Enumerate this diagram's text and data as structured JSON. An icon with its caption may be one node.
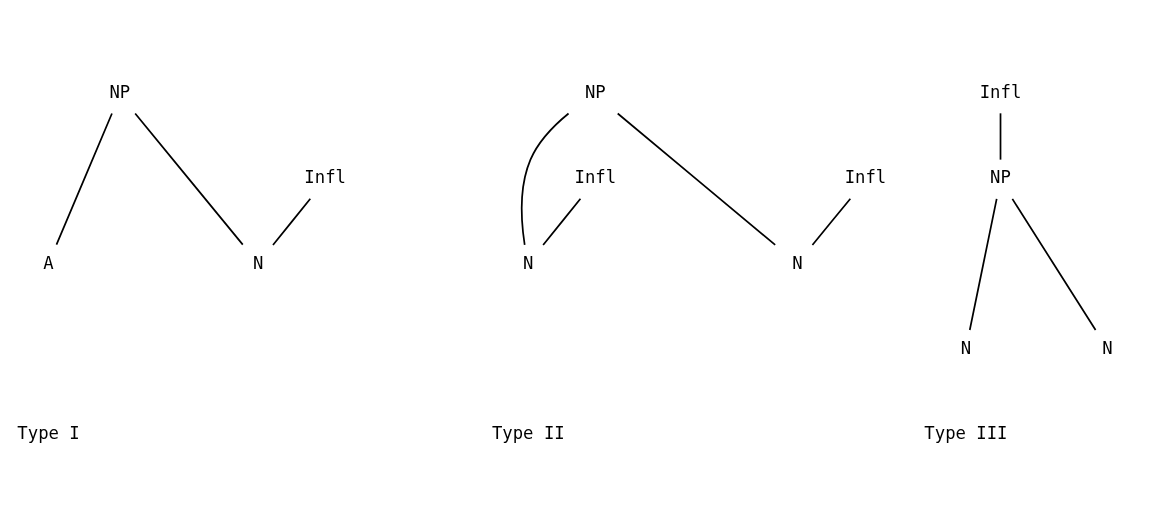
{
  "diagram": {
    "nodes": [
      {
        "text": [
          "NP"
        ]
      },
      {
        "text": [
          "A"
        ]
      },
      {
        "text": [
          "N"
        ]
      },
      {
        "text": [
          "Infl"
        ]
      },
      {
        "text": [
          "NP"
        ]
      },
      {
        "text": [
          "Infl"
        ]
      },
      {
        "text": [
          "N"
        ]
      },
      {
        "text": [
          "N"
        ]
      },
      {
        "text": [
          "Infl"
        ]
      },
      {
        "text": [
          "Infl"
        ]
      },
      {
        "text": [
          "NP"
        ]
      },
      {
        "text": [
          "N"
        ]
      },
      {
        "text": [
          "N"
        ]
      }
    ],
    "edges": [
      {
        "from": 0,
        "to": 1,
        "arrow": "none"
      },
      {
        "from": 0,
        "to": 2,
        "arrow": "none"
      },
      {
        "from": 3,
        "to": 2,
        "arrow": "none"
      },
      {
        "from": 5,
        "to": 6,
        "arrow": "none"
      },
      {
        "from": 4,
        "to": 6,
        "arrow": "none"
      },
      {
        "from": 4,
        "to": 7,
        "arrow": "none"
      },
      {
        "from": 8,
        "to": 7,
        "arrow": "none"
      },
      {
        "from": 9,
        "to": 10,
        "arrow": "none"
      },
      {
        "from": 10,
        "to": 11,
        "arrow": "none"
      },
      {
        "from": 10,
        "to": 12,
        "arrow": "none"
      }
    ],
    "labels": [
      "Type I",
      "Type II",
      "Type III"
    ]
  }
}
